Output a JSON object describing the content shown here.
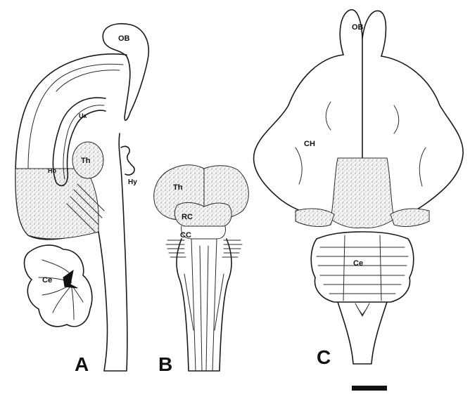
{
  "panels": {
    "a": {
      "letter": "A",
      "labels": {
        "ob": "OB",
        "ux": "Ux",
        "th": "Th",
        "ho": "Ho",
        "hy": "Hy",
        "ce": "Ce"
      }
    },
    "b": {
      "letter": "B",
      "labels": {
        "th": "Th",
        "rc": "RC",
        "cc": "CC"
      }
    },
    "c": {
      "letter": "C",
      "labels": {
        "ob": "OB",
        "ch": "CH",
        "ce": "Ce"
      }
    }
  },
  "scale_bar": {
    "color": "#111111"
  }
}
